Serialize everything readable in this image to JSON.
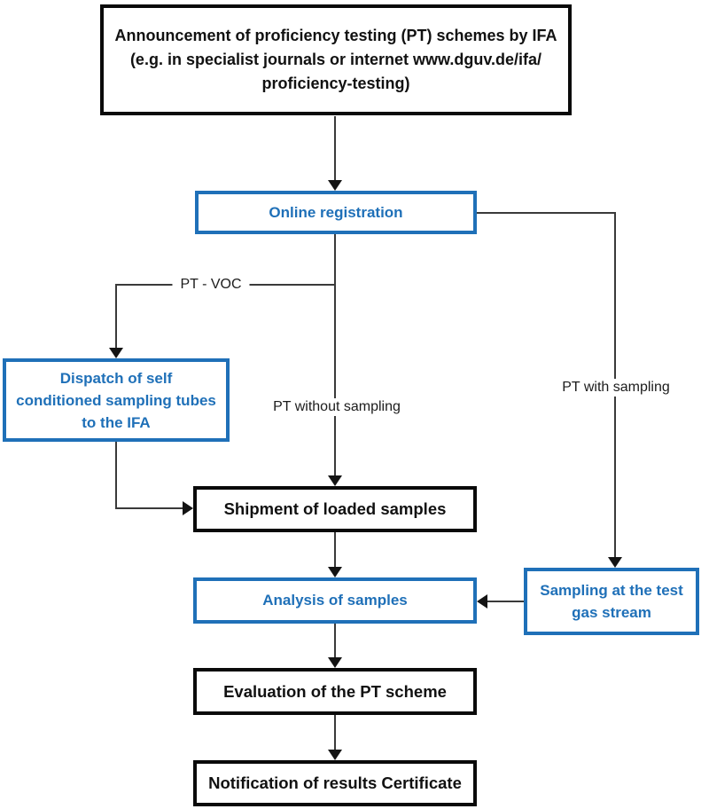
{
  "diagram": {
    "type": "flowchart",
    "colors": {
      "accent_blue": "#1f70b8",
      "box_border_black": "#0a0a0a",
      "connector_line": "#3a3a3a",
      "background": "#ffffff"
    },
    "nodes": {
      "announcement": {
        "lines": [
          "Announcement of proficiency testing (PT) schemes by IFA",
          "(e.g. in specialist journals or internet www.dguv.de/ifa/",
          "proficiency-testing)"
        ],
        "style": "black"
      },
      "online_registration": {
        "label": "Online registration",
        "style": "blue"
      },
      "dispatch": {
        "lines": [
          "Dispatch of self",
          "conditioned sampling tubes",
          "to the IFA"
        ],
        "style": "blue"
      },
      "shipment": {
        "label": "Shipment of loaded samples",
        "style": "black"
      },
      "analysis": {
        "label": "Analysis of samples",
        "style": "blue"
      },
      "sampling": {
        "lines": [
          "Sampling at the test",
          "gas stream"
        ],
        "style": "blue"
      },
      "evaluation": {
        "label": "Evaluation of the PT scheme",
        "style": "black"
      },
      "notification": {
        "label": "Notification of results Certificate",
        "style": "black"
      }
    },
    "edge_labels": {
      "pt_voc": "PT - VOC",
      "pt_without_sampling": "PT without sampling",
      "pt_with_sampling": "PT with sampling"
    }
  }
}
